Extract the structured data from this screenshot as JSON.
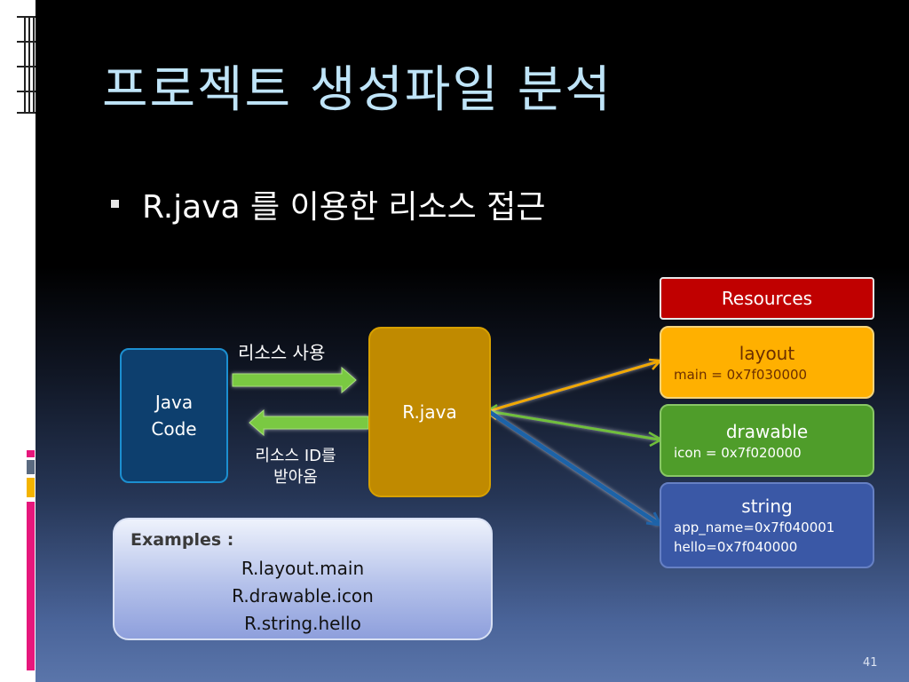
{
  "slide": {
    "title": "프로젝트  생성파일  분석",
    "bullet": "R.java 를 이용한 리소스 접근",
    "page_number": "41"
  },
  "diagram": {
    "java_code": [
      "Java",
      "Code"
    ],
    "rjava": "R.java",
    "use_label": "리소스 사용",
    "id_label": [
      "리소스 ID를",
      "받아옴"
    ]
  },
  "resources": {
    "header": "Resources",
    "layout": {
      "title": "layout",
      "lines": [
        "main = 0x7f030000"
      ]
    },
    "drawable": {
      "title": "drawable",
      "lines": [
        "icon = 0x7f020000"
      ]
    },
    "string": {
      "title": "string",
      "lines": [
        "app_name=0x7f040001",
        "hello=0x7f040000"
      ]
    }
  },
  "examples": {
    "title": "Examples :",
    "lines": [
      "R.layout.main",
      "R.drawable.icon",
      "R.string.hello"
    ]
  },
  "colors": {
    "title": "#bfe4f8",
    "resources_header": "#c00000",
    "layout": "#ffb000",
    "drawable": "#4f9d2a",
    "string": "#3a58a6",
    "rjava": "#c08a00",
    "java_code": "#0d3f6e",
    "arrow_green": "#7ac943"
  }
}
